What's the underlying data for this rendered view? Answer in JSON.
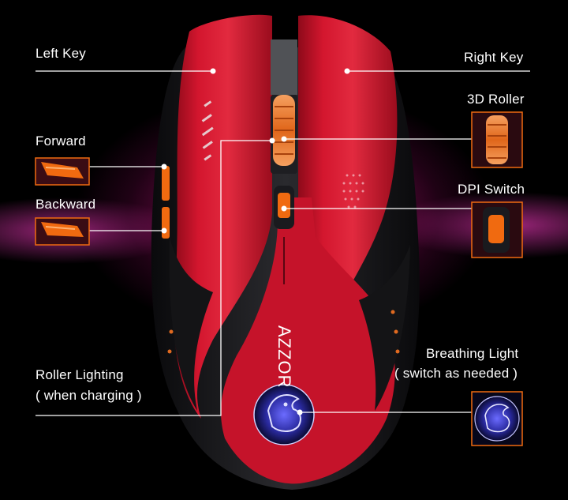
{
  "labels": {
    "left_key": "Left Key",
    "right_key": "Right Key",
    "roller_3d": "3D Roller",
    "forward": "Forward",
    "backward": "Backward",
    "dpi_switch": "DPI Switch",
    "roller_lighting_1": "Roller Lighting",
    "roller_lighting_2": "( when charging )",
    "breathing_light_1": "Breathing Light",
    "breathing_light_2": "( switch as needed )"
  },
  "brand": "AZZOR",
  "colors": {
    "mouse_red": "#d3162e",
    "mouse_dark": "#1a1a1c",
    "accent_orange": "#f06a10",
    "glow_pink": "#ff2aa8",
    "text": "#ffffff",
    "breathing_blue": "#a8a8ff"
  },
  "icons": [
    "eagle-logo-icon"
  ]
}
